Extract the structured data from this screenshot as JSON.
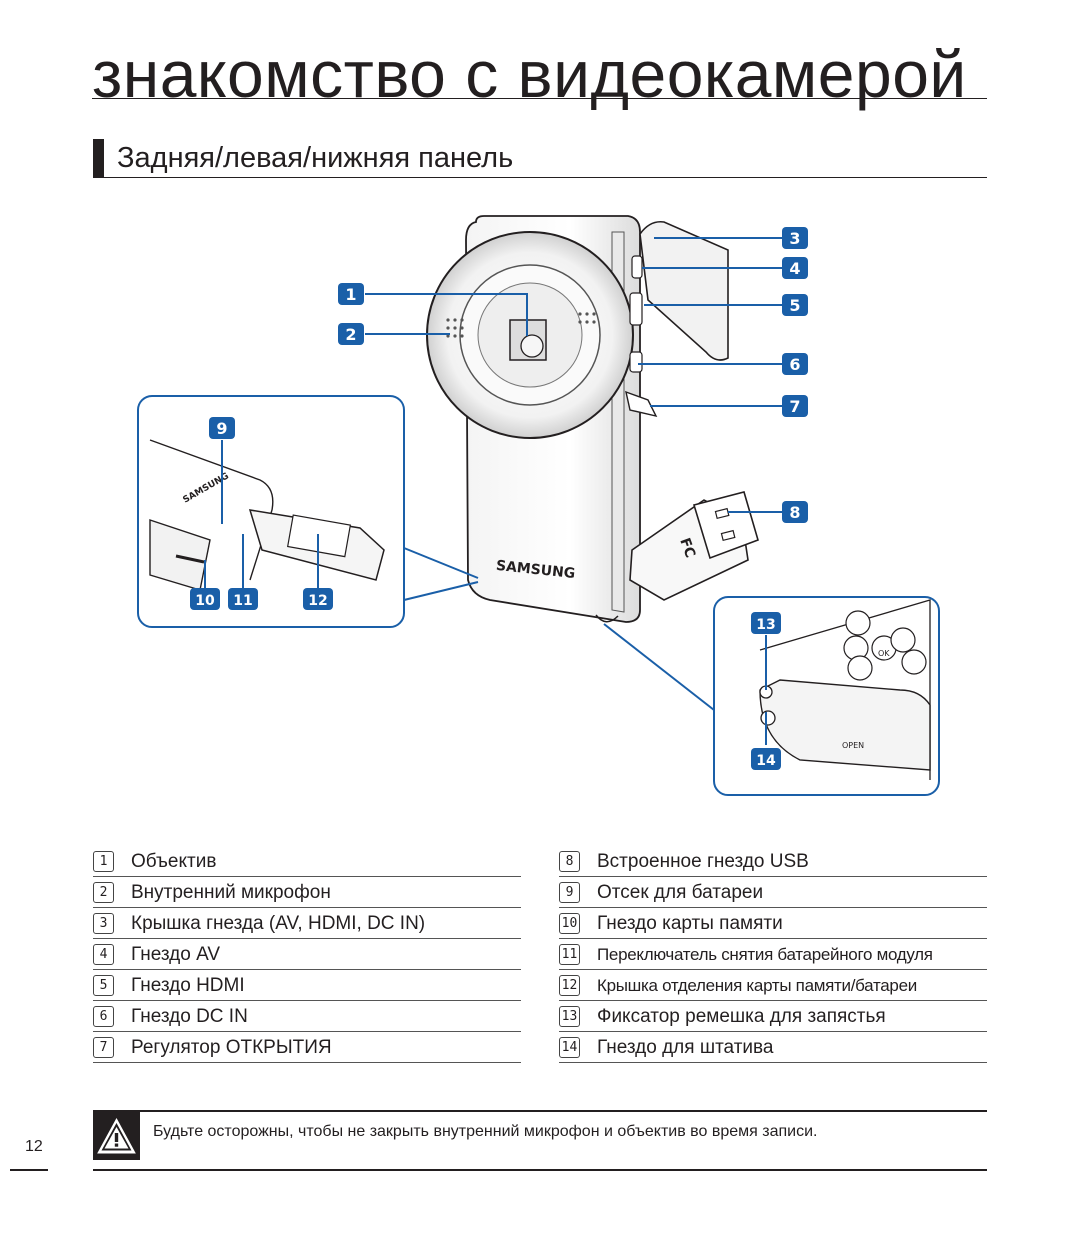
{
  "page": {
    "title": "знакомство с видеокамерой",
    "section_title": "Задняя/левая/нижняя панель",
    "page_number": "12"
  },
  "figure": {
    "brand": "SAMSUNG",
    "callouts": [
      "1",
      "2",
      "3",
      "4",
      "5",
      "6",
      "7",
      "8",
      "9",
      "10",
      "11",
      "12",
      "13",
      "14"
    ],
    "usb_mark": "FC",
    "open_label": "OPEN",
    "ok_label": "OK",
    "accent_color": "#1a5fa8",
    "inset_border_color": "#1a5fa8"
  },
  "legend": {
    "left": [
      {
        "num": "1",
        "text": "Объектив"
      },
      {
        "num": "2",
        "text": "Внутренний микрофон"
      },
      {
        "num": "3",
        "text": "Крышка гнезда (AV, HDMI, DC IN)"
      },
      {
        "num": "4",
        "text": "Гнездо AV"
      },
      {
        "num": "5",
        "text": "Гнездо HDMI"
      },
      {
        "num": "6",
        "text": "Гнездо DC IN"
      },
      {
        "num": "7",
        "text": "Регулятор ОТКРЫТИЯ"
      }
    ],
    "right": [
      {
        "num": "8",
        "text": "Встроенное гнездо USB"
      },
      {
        "num": "9",
        "text": "Отсек для батареи"
      },
      {
        "num": "10",
        "text": "Гнездо карты памяти"
      },
      {
        "num": "11",
        "text": "Переключатель снятия батарейного модуля"
      },
      {
        "num": "12",
        "text": "Крышка отделения карты памяти/батареи"
      },
      {
        "num": "13",
        "text": "Фиксатор ремешка для запястья"
      },
      {
        "num": "14",
        "text": "Гнездо для штатива"
      }
    ]
  },
  "warning": {
    "icon": "warning-triangle-icon",
    "text": "Будьте осторожны, чтобы не закрыть внутренний микрофон и объектив во время записи."
  }
}
